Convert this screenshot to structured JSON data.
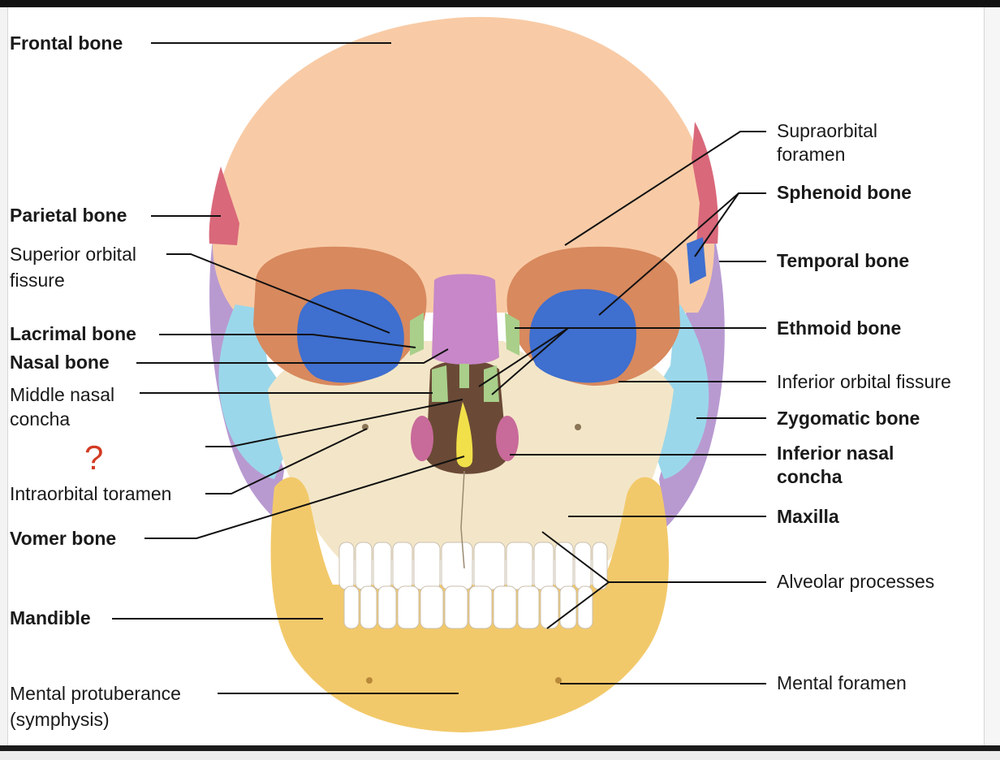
{
  "labels": {
    "frontal": "Frontal bone",
    "parietal": "Parietal bone",
    "superior_orbital_fissure": "Superior orbital\nfissure",
    "lacrimal": "Lacrimal bone",
    "nasal": "Nasal bone",
    "middle_nasal_concha": "Middle nasal\nconcha",
    "question_mark": "?",
    "infraorbital_foramen": "Intraorbital toramen",
    "vomer": "Vomer bone",
    "mandible": "Mandible",
    "mental_protuberance": "Mental protuberance\n(symphysis)",
    "supraorbital_foramen": "Supraorbital\nforamen",
    "sphenoid": "Sphenoid bone",
    "temporal": "Temporal bone",
    "ethmoid": "Ethmoid bone",
    "inferior_orbital_fissure": "Inferior orbital fissure",
    "zygomatic": "Zygomatic bone",
    "inferior_nasal_concha": "Inferior nasal\nconcha",
    "maxilla": "Maxilla",
    "alveolar_processes": "Alveolar processes",
    "mental_foramen": "Mental foramen"
  },
  "colors": {
    "frontal": "#f8cba6",
    "parietal": "#d9687a",
    "temporal": "#b89ad1",
    "sphenoid": "#3f6fcf",
    "zygomatic": "#9bd7ea",
    "maxilla": "#f3e6c8",
    "mandible": "#f2c96a",
    "nasal": "#c887c8",
    "ethmoid": "#a9cf8a",
    "inferior_nasal_concha": "#c86a9a",
    "vomer": "#f2e04a",
    "teeth": "#ffffff",
    "question_mark": "#d23b22"
  }
}
